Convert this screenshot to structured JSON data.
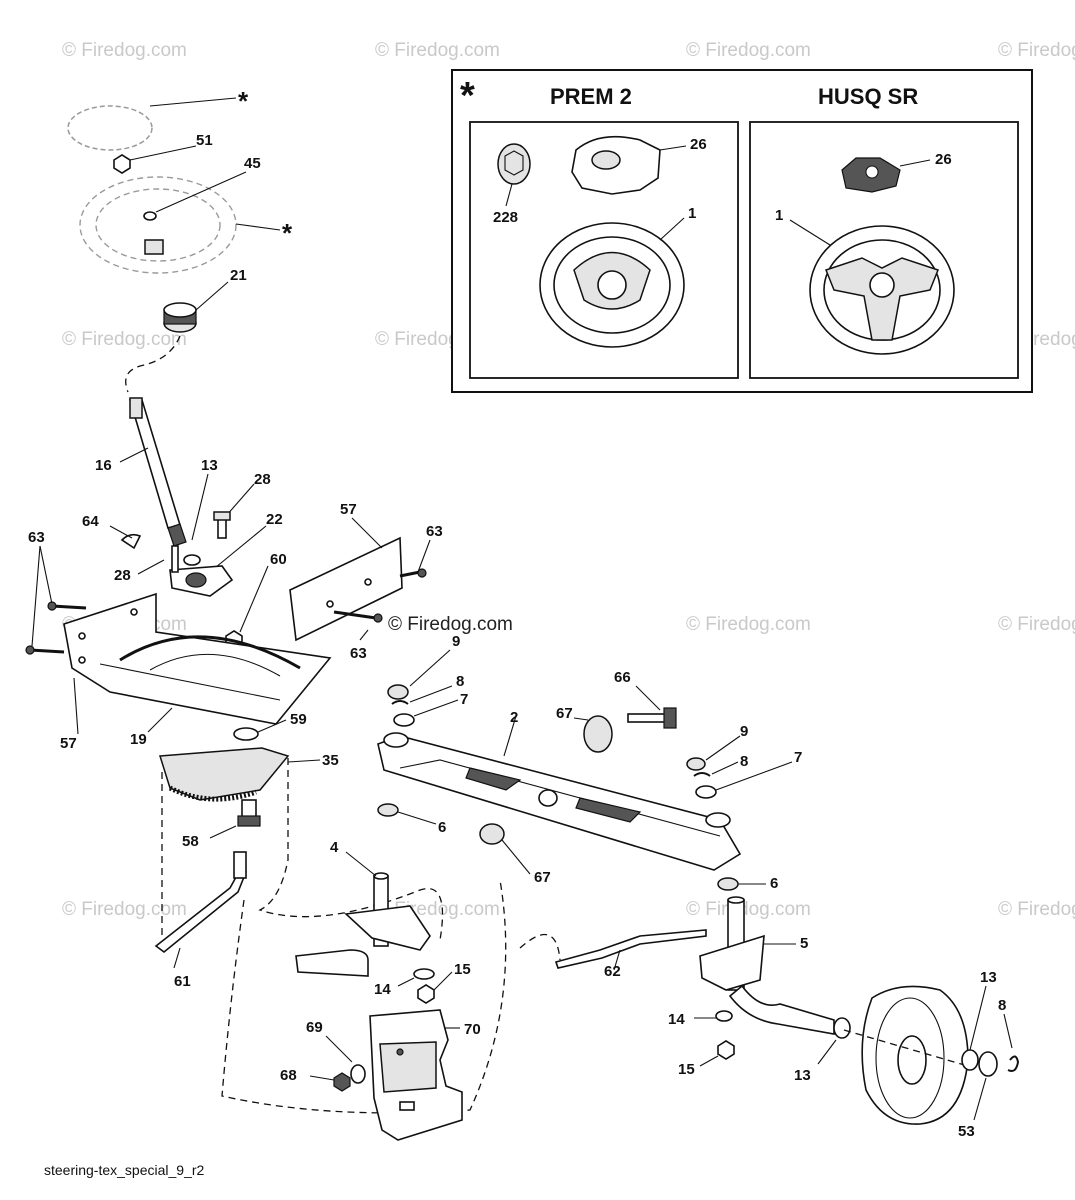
{
  "watermark": "© Firedog.com",
  "watermark_main": "© Firedog.com",
  "drawing_id": "steering-tex_special_9_r2",
  "inset": {
    "asterisk": "*",
    "left_title": "PREM 2",
    "right_title": "HUSQ SR",
    "left_labels": [
      "26",
      "228",
      "1"
    ],
    "right_labels": [
      "26",
      "1"
    ]
  },
  "callouts": [
    "*",
    "51",
    "45",
    "*",
    "21",
    "16",
    "13",
    "28",
    "64",
    "22",
    "28",
    "57",
    "63",
    "63",
    "60",
    "63",
    "57",
    "19",
    "59",
    "35",
    "58",
    "9",
    "8",
    "7",
    "66",
    "67",
    "2",
    "9",
    "8",
    "7",
    "6",
    "67",
    "6",
    "4",
    "5",
    "61",
    "14",
    "15",
    "62",
    "69",
    "70",
    "68",
    "14",
    "15",
    "13",
    "13",
    "8",
    "53"
  ]
}
